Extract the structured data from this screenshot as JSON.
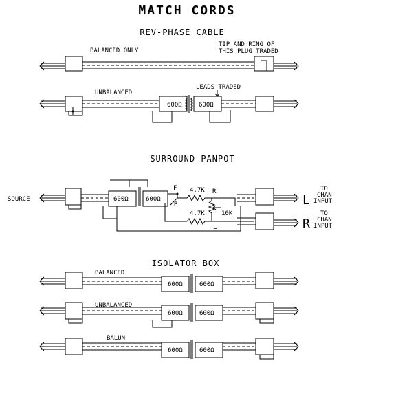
{
  "title": "MATCH CORDS",
  "sections": {
    "rev_phase": {
      "heading": "REV-PHASE CABLE",
      "balanced_label": "BALANCED ONLY",
      "note_line1": "TIP AND RING OF",
      "note_line2": "THIS PLUG TRADED",
      "unbalanced_label": "UNBALANCED",
      "leads_label": "LEADS TRADED",
      "trans_left": "600Ω",
      "trans_right": "600Ω"
    },
    "panpot": {
      "heading": "SURROUND PANPOT",
      "source_label": "SOURCE",
      "trans_left": "600Ω",
      "trans_right": "600Ω",
      "f_label": "F",
      "b_label": "B",
      "r_top": "R",
      "l_bottom": "L",
      "res1": "4.7K",
      "res2": "4.7K",
      "pot": "10K",
      "out_l": "L",
      "out_r": "R",
      "to_l_1": "TO",
      "to_l_2": "CHAN",
      "to_l_3": "INPUT",
      "to_r_1": "TO",
      "to_r_2": "CHAN",
      "to_r_3": "INPUT"
    },
    "isolator": {
      "heading": "ISOLATOR BOX",
      "balanced_label": "BALANCED",
      "unbalanced_label": "UNBALANCED",
      "balun_label": "BALUN",
      "trans_left": "600Ω",
      "trans_right": "600Ω"
    }
  }
}
